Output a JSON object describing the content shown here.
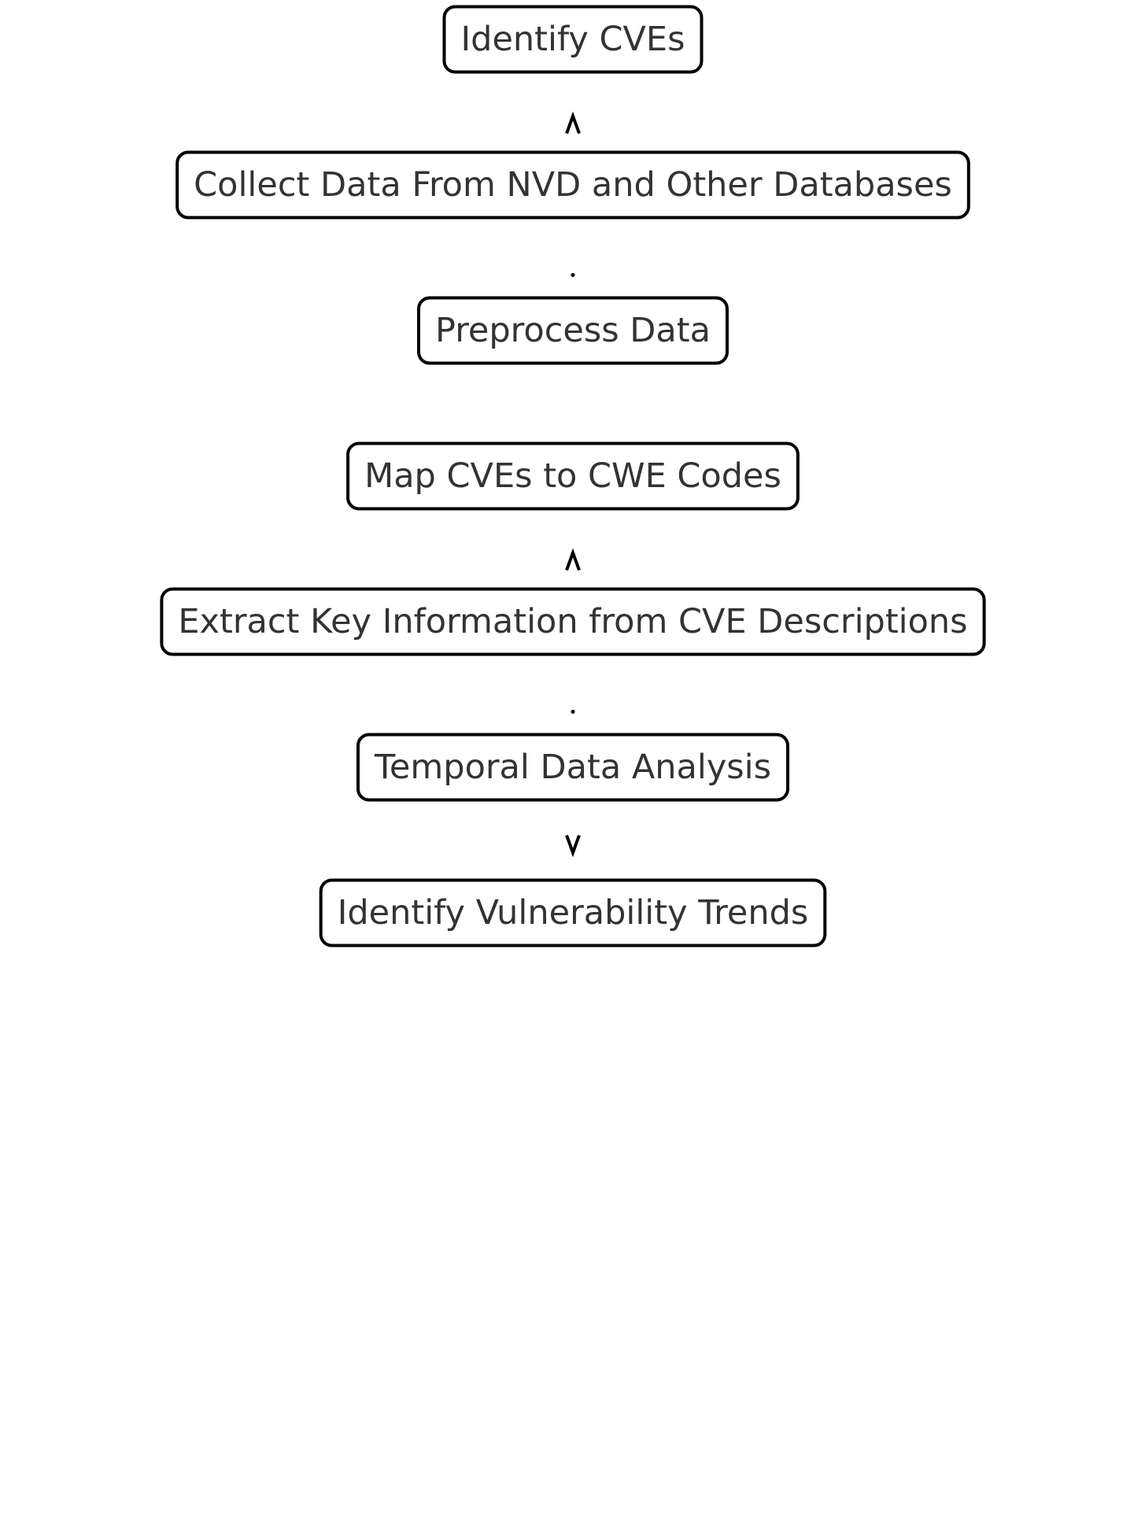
{
  "diagram": {
    "type": "flowchart",
    "direction": "top-to-bottom",
    "colors": {
      "node_border": "#000000",
      "node_fill": "#ffffff",
      "text": "#333333",
      "edge": "#000000",
      "background": "#ffffff"
    },
    "nodes": [
      {
        "id": "identify-cves",
        "label": "Identify CVEs"
      },
      {
        "id": "collect-data",
        "label": "Collect Data From NVD and Other Databases"
      },
      {
        "id": "preprocess-data",
        "label": "Preprocess Data"
      },
      {
        "id": "map-cves",
        "label": "Map CVEs to CWE Codes"
      },
      {
        "id": "extract-key-info",
        "label": "Extract Key Information from CVE Descriptions"
      },
      {
        "id": "temporal-analysis",
        "label": "Temporal Data Analysis"
      },
      {
        "id": "identify-trends",
        "label": "Identify Vulnerability Trends"
      }
    ],
    "connectors": [
      {
        "between": [
          0,
          1
        ],
        "mark": "arrow-up"
      },
      {
        "between": [
          1,
          2
        ],
        "mark": "dot"
      },
      {
        "between": [
          2,
          3
        ],
        "mark": "none"
      },
      {
        "between": [
          3,
          4
        ],
        "mark": "arrow-up"
      },
      {
        "between": [
          4,
          5
        ],
        "mark": "dot"
      },
      {
        "between": [
          5,
          6
        ],
        "mark": "arrow-down"
      }
    ]
  }
}
